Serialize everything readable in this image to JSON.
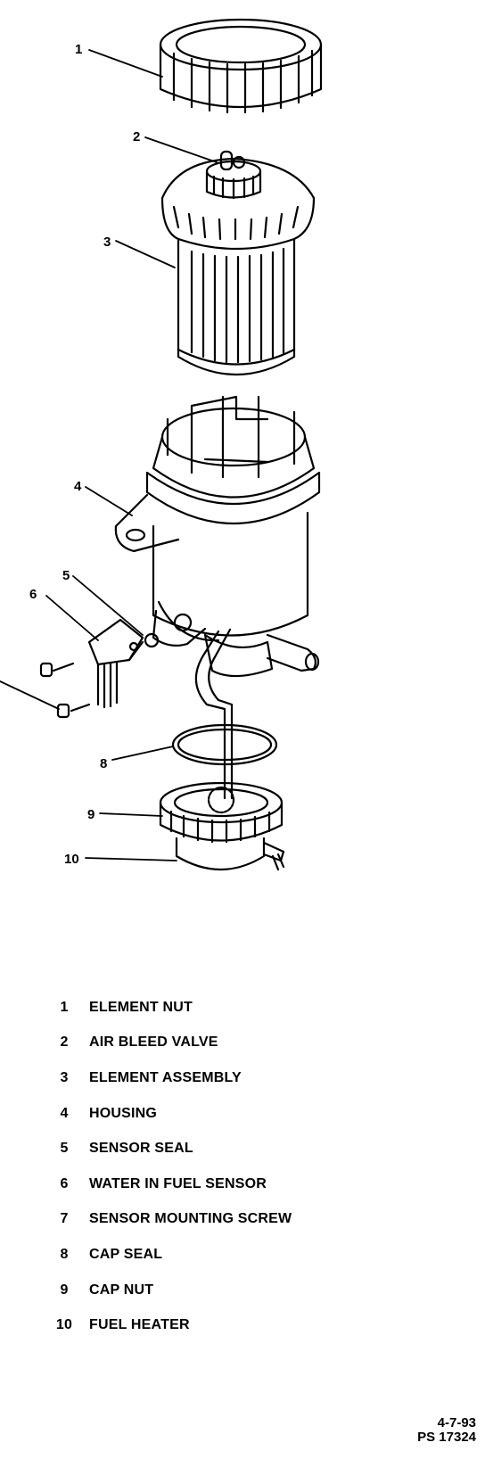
{
  "callouts": [
    "1",
    "2",
    "3",
    "4",
    "5",
    "6",
    "8",
    "9",
    "10"
  ],
  "legend": [
    {
      "num": "1",
      "label": "ELEMENT NUT"
    },
    {
      "num": "2",
      "label": "AIR BLEED VALVE"
    },
    {
      "num": "3",
      "label": "ELEMENT ASSEMBLY"
    },
    {
      "num": "4",
      "label": "HOUSING"
    },
    {
      "num": "5",
      "label": "SENSOR SEAL"
    },
    {
      "num": "6",
      "label": "WATER IN FUEL SENSOR"
    },
    {
      "num": "7",
      "label": "SENSOR MOUNTING SCREW"
    },
    {
      "num": "8",
      "label": "CAP SEAL"
    },
    {
      "num": "9",
      "label": "CAP NUT"
    },
    {
      "num": "10",
      "label": "FUEL HEATER"
    }
  ],
  "footer": {
    "date": "4-7-93",
    "code": "PS 17324"
  }
}
